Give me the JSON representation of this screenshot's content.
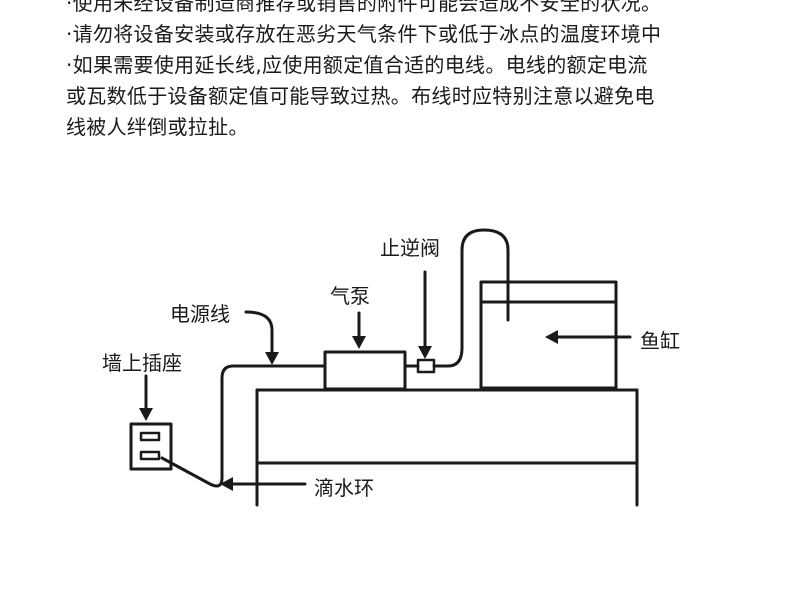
{
  "text": {
    "line1": "·使用未经设备制造商推荐或销售的附件可能会造成不安全的状况。",
    "line2": "·请勿将设备安装或存放在恶劣天气条件下或低于冰点的温度环境中",
    "line3": "·如果需要使用延长线,应使用额定值合适的电线。电线的额定电流",
    "line4": "或瓦数低于设备额定值可能导致过热。布线时应特别注意以避免电",
    "line5": "线被人绊倒或拉扯。"
  },
  "labels": {
    "check_valve": "止逆阀",
    "air_pump": "气泵",
    "power_cord": "电源线",
    "wall_outlet": "墙上插座",
    "fish_tank": "鱼缸",
    "drip_loop": "滴水环"
  },
  "colors": {
    "ink": "#1a1a1a",
    "background": "#ffffff"
  }
}
